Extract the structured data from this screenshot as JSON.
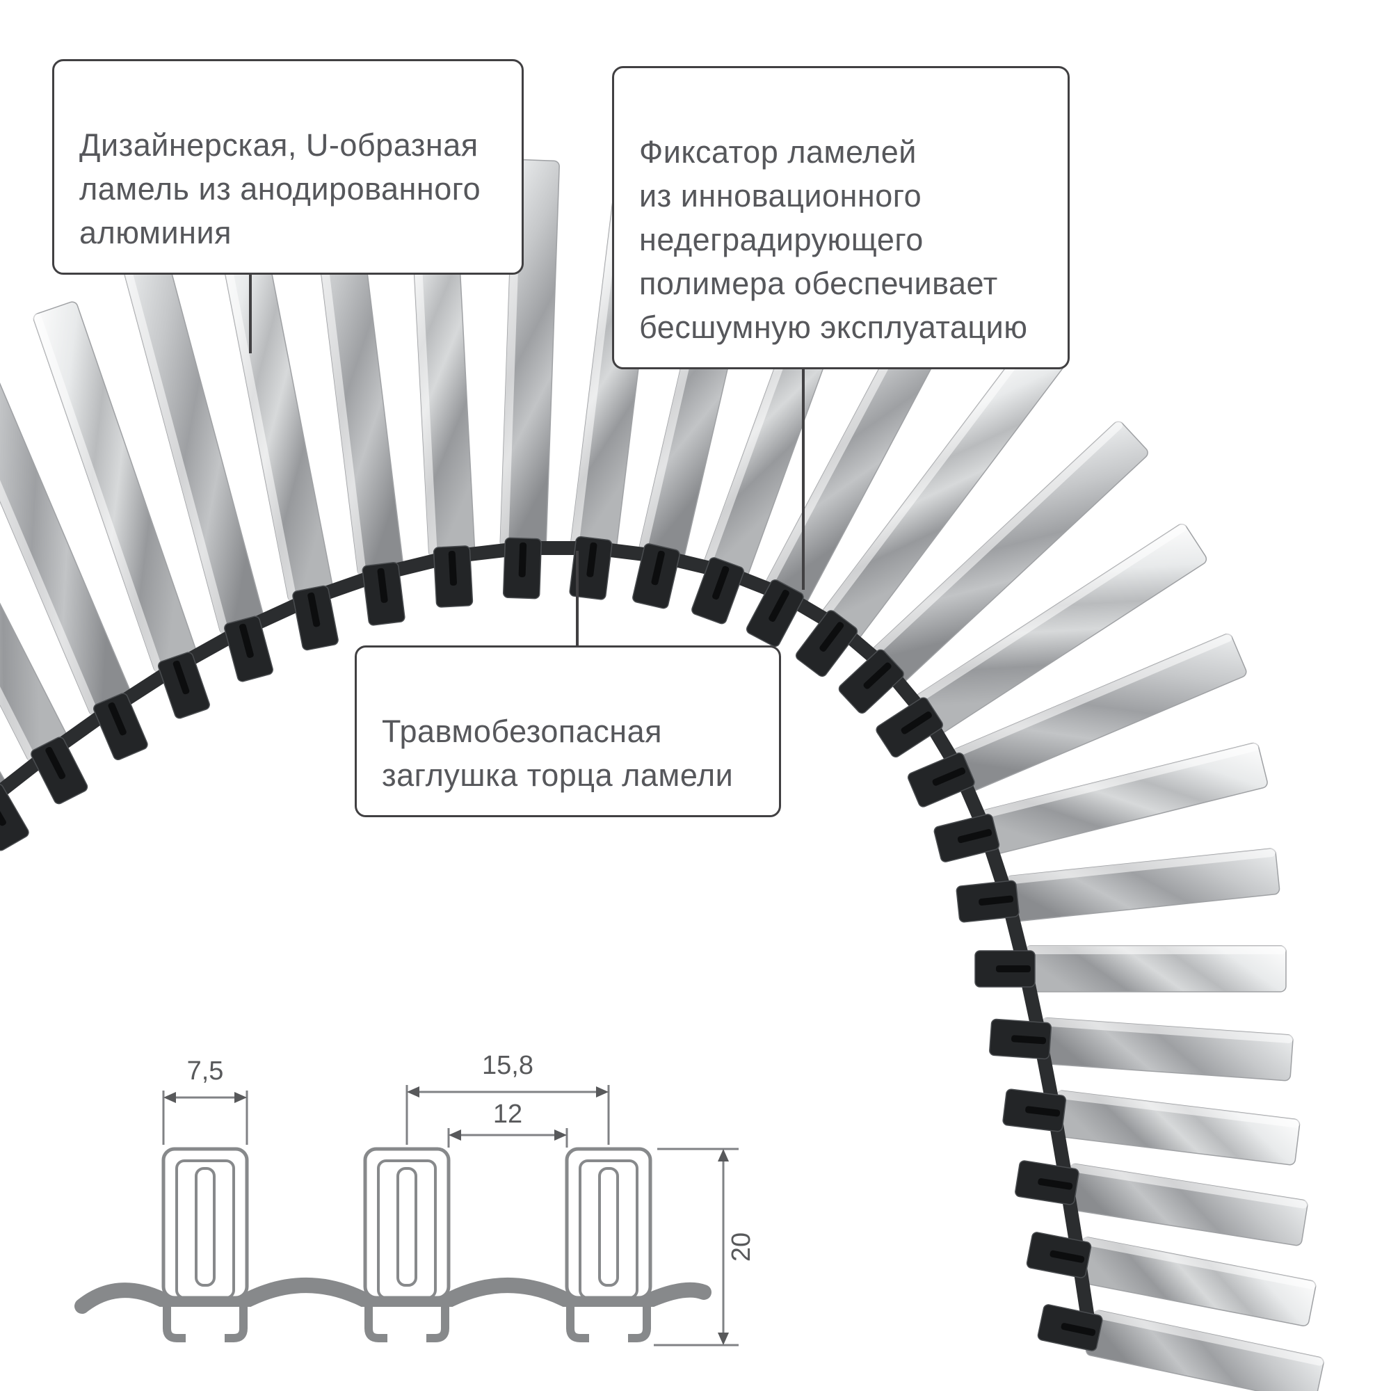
{
  "callouts": {
    "lamella": {
      "text": "Дизайнерская, U-образная\nламель из анодированного\nалюминия"
    },
    "fixator": {
      "text": "Фиксатор ламелей\nиз инновационного\nнедеградирующего\nполимера обеспечивает\nбесшумную эксплуатацию"
    },
    "endcap": {
      "text": "Травмобезопасная\nзаглушка торца ламели"
    }
  },
  "dimensions": {
    "lamella_top_width": "7,5",
    "pitch": "15,8",
    "gap": "12",
    "height": "20"
  },
  "colors": {
    "text": "#58595b",
    "callout_outline": "#414042",
    "drawing_gray": "#87898b",
    "metal_light": "#f5f6f7",
    "metal_dark": "#808285",
    "clip_dark": "#232527"
  }
}
